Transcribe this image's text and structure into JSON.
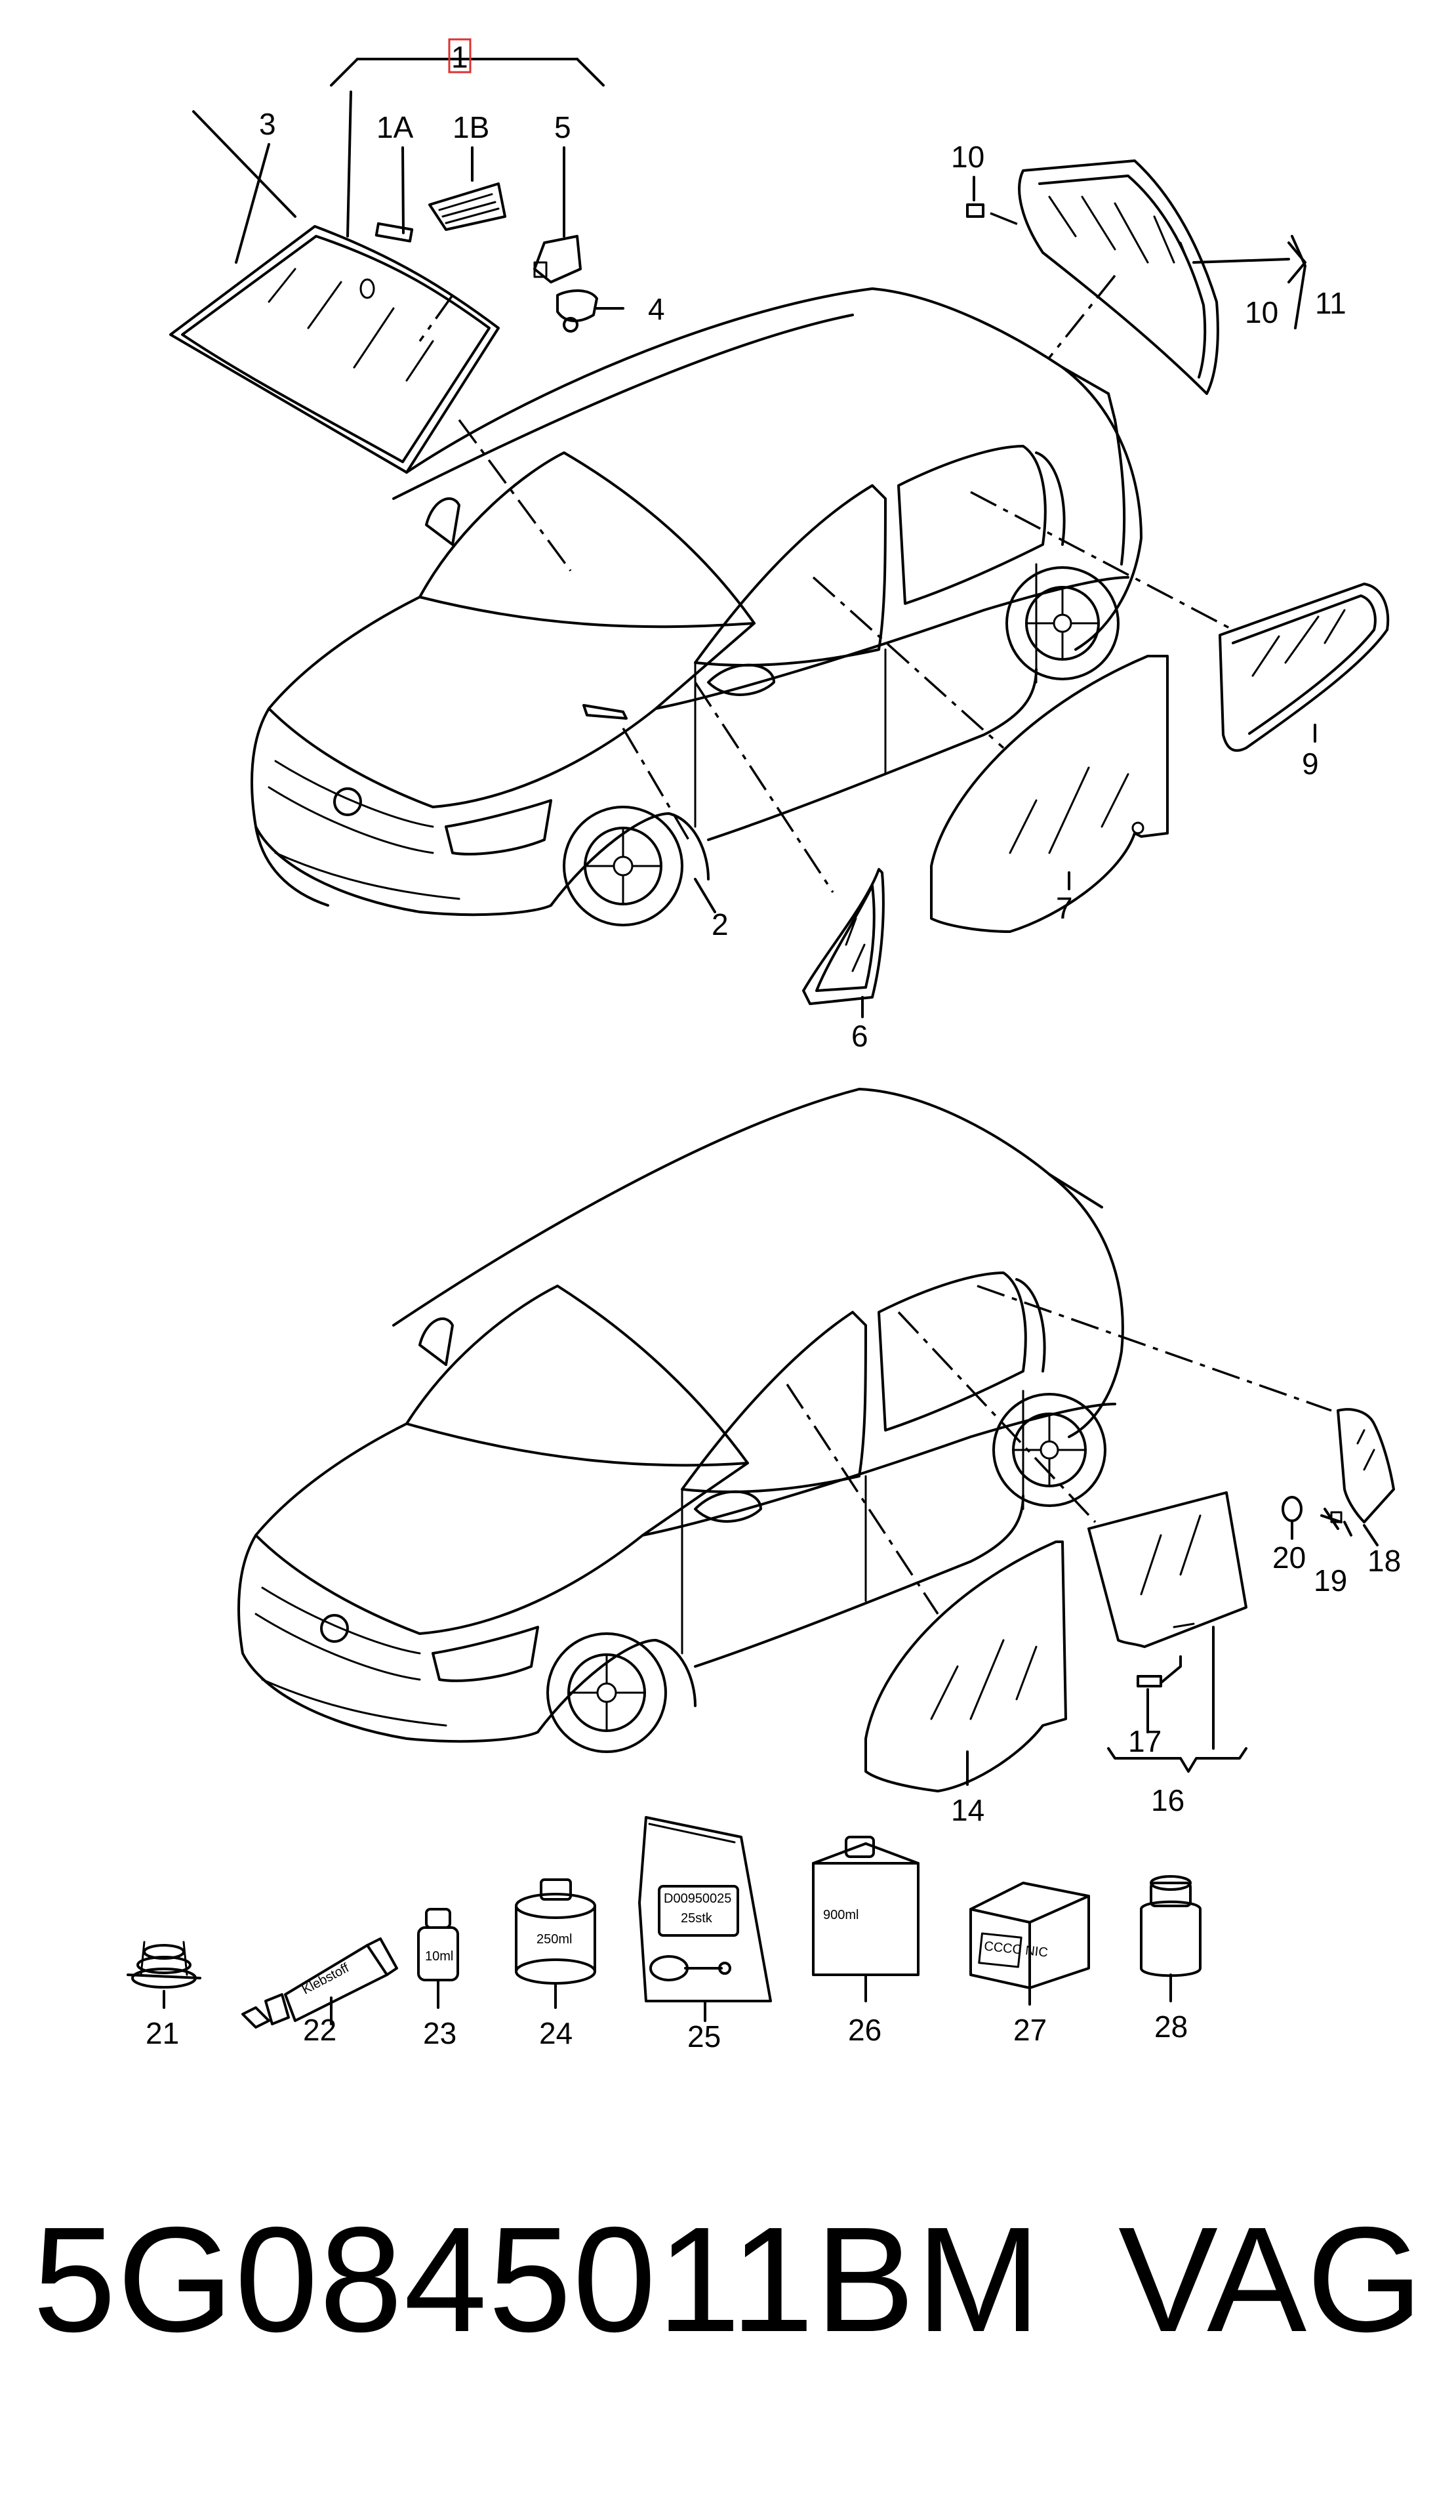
{
  "labels": {
    "l1": "1",
    "l1a": "1A",
    "l1b": "1B",
    "l2": "2",
    "l3": "3",
    "l4": "4",
    "l5": "5",
    "l6": "6",
    "l7": "7",
    "l9": "9",
    "l10a": "10",
    "l10b": "10",
    "l11": "11",
    "l14": "14",
    "l16": "16",
    "l17": "17",
    "l18": "18",
    "l19": "19",
    "l20": "20",
    "l21": "21",
    "l22": "22",
    "l23": "23",
    "l24": "24",
    "l25": "25",
    "l26": "26",
    "l27": "27",
    "l28": "28"
  },
  "item_text": {
    "klebstoff": "Klebstoff",
    "bottle_10ml": "10ml",
    "can_250ml": "250ml",
    "bag_code": "D00950025",
    "bag_qty": "25stk",
    "bottle_900ml": "900ml",
    "box_text": "CCCC NIC"
  },
  "footer": {
    "part_number": "5G0845011BM",
    "brand": "VAG"
  },
  "colors": {
    "callout_box": "#e03030",
    "line": "#000000",
    "background": "#ffffff"
  }
}
